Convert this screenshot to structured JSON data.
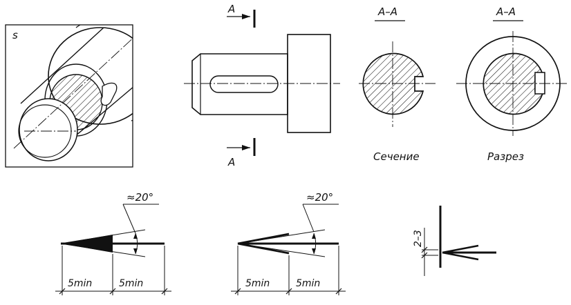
{
  "view_3d": {
    "corner_label": "s"
  },
  "shaft_view": {
    "cut_label_top": "A",
    "cut_label_bottom": "A"
  },
  "section_views": [
    {
      "title": "A–A",
      "caption": "Сечение"
    },
    {
      "title": "A–A",
      "caption": "Разрез"
    }
  ],
  "arrow_details": [
    {
      "angle_label": "≈20°",
      "dim_left": "5min",
      "dim_right": "5min"
    },
    {
      "angle_label": "≈20°",
      "dim_left": "5min",
      "dim_right": "5min"
    }
  ],
  "stroke_detail": {
    "dim_label": "2–3"
  },
  "colors": {
    "ink": "#111111",
    "background": "#ffffff"
  }
}
